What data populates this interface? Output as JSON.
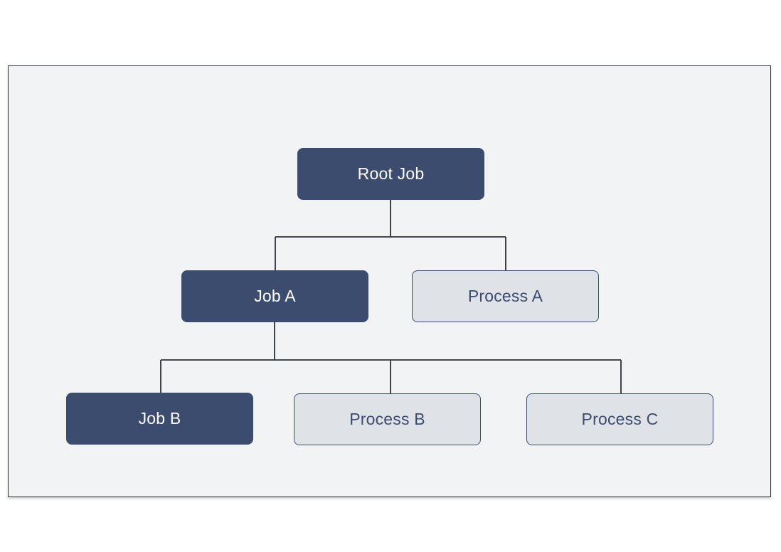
{
  "diagram": {
    "type": "tree",
    "colors": {
      "job_fill": "#3c4c6e",
      "process_fill": "#dfe2e6",
      "process_border": "#3c4c6e",
      "background": "#f1f3f5",
      "connector": "#2c3138"
    },
    "nodes": {
      "root_job": {
        "label": "Root Job",
        "kind": "job"
      },
      "job_a": {
        "label": "Job A",
        "kind": "job",
        "parent": "root_job"
      },
      "process_a": {
        "label": "Process A",
        "kind": "process",
        "parent": "root_job"
      },
      "job_b": {
        "label": "Job B",
        "kind": "job",
        "parent": "job_a"
      },
      "process_b": {
        "label": "Process B",
        "kind": "process",
        "parent": "job_a"
      },
      "process_c": {
        "label": "Process C",
        "kind": "process",
        "parent": "job_a"
      }
    }
  }
}
